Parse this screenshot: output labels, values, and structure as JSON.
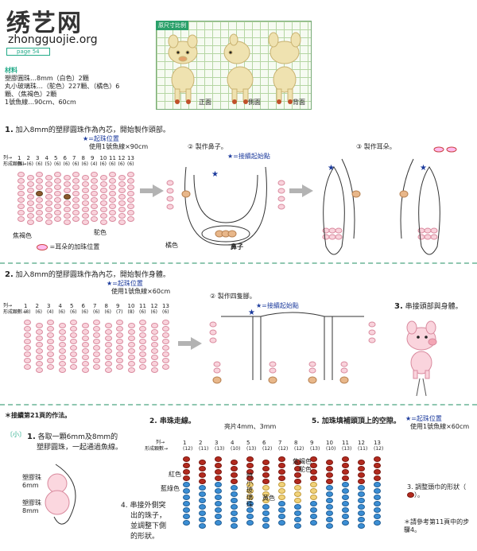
{
  "header": {
    "watermark": "绣艺网",
    "url": "zhongguojie.org",
    "page_tag": "page 54",
    "size_badge": "原尺寸比例",
    "view_front": "正面",
    "view_side": "側面",
    "view_back": "背面"
  },
  "materials": {
    "title": "材料",
    "lines": [
      "塑膠圓珠…8mm（白色）2顆",
      "丸小玻璃珠…（駝色）227顆、（橘色）6",
      "顆、（焦褐色）2顆",
      "1號魚線…90cm、60cm"
    ]
  },
  "step1": {
    "number": "1.",
    "title": "加入8mm的塑膠圓珠作為內芯，開始製作頭部。",
    "start_mark": "★=起珠位置",
    "line_use": "使用1號魚線×90cm",
    "row_label": "列→",
    "row_label2": "形成顆數→",
    "cols": [
      "1",
      "2",
      "3",
      "4",
      "5",
      "6",
      "7",
      "8",
      "9",
      "10",
      "11",
      "12",
      "13"
    ],
    "counts": [
      "(8)",
      "(6)",
      "(6)",
      "(5)",
      "(6)",
      "(6)",
      "(6)",
      "(6)",
      "(4)",
      "(6)",
      "(6)",
      "(6)",
      "(6)"
    ],
    "label_brown": "焦褐色",
    "label_camel": "駝色",
    "legend_ear": "=耳朵的加珠位置",
    "sub2": "② 製作鼻子。",
    "join_mark": "★=接續起始點",
    "label_orange": "橘色",
    "label_nose": "鼻子",
    "sub3": "③ 製作耳朵。"
  },
  "step2": {
    "number": "2.",
    "title": "加入8mm的塑膠圓珠作為內芯，開始製作身體。",
    "start_mark": "★=起珠位置",
    "line_use": "使用1號魚線×60cm",
    "row_label": "列→",
    "row_label2": "形成顆數→",
    "cols": [
      "1",
      "2",
      "3",
      "4",
      "5",
      "6",
      "7",
      "8",
      "9",
      "10",
      "11",
      "12",
      "13"
    ],
    "counts": [
      "(8)",
      "(6)",
      "(4)",
      "(6)",
      "(6)",
      "(6)",
      "(6)",
      "(6)",
      "(7)",
      "(8)",
      "(6)",
      "(6)",
      "(6)"
    ],
    "sub2": "② 製作四隻腳。",
    "join_mark": "★=接續起始點"
  },
  "step3": {
    "number": "3.",
    "title": "串接頭部與身體。"
  },
  "bottom": {
    "intro": "＊接續第21頁的作法。",
    "small": "〔小〕",
    "s1_number": "1.",
    "s1_lines": [
      "各取一顆6mm及8mm的",
      "塑膠圓珠，一起通過魚線。"
    ],
    "bead6": [
      "塑膠珠",
      "6mm"
    ],
    "bead8": [
      "塑膠珠",
      "8mm"
    ],
    "s2": "2. 串珠走線。",
    "pearl": "亮片4mm、3mm",
    "s5": "5. 加珠填補頭頂上的空隙。",
    "start_mark": "★=起珠位置",
    "line_use": "使用1號魚線×60cm",
    "row_label": "列→",
    "row_label2": "形成顆數→",
    "cols": [
      "1",
      "2",
      "3",
      "4",
      "5",
      "6",
      "7",
      "8",
      "9",
      "10",
      "11",
      "12",
      "13"
    ],
    "counts": [
      "(12)",
      "(11)",
      "(13)",
      "(10)",
      "(13)",
      "(12)",
      "(12)",
      "(12)",
      "(13)",
      "(10)",
      "(13)",
      "(11)",
      "(12)"
    ],
    "label_red": "紅色",
    "label_blue": "藍綠色",
    "label_brown": "焦褐色",
    "label_camel": "駝色",
    "label_special": "特小玻璃珠",
    "label_yellow": "黃色",
    "s3": "3. 調整頭巾的形狀（",
    "s3_end": "）。",
    "s4_lines": [
      "4. 串接外側突",
      "出的珠子，",
      "並調整下側",
      "的形狀。"
    ],
    "note": "＊請參考第11頁中的步驟4。"
  }
}
